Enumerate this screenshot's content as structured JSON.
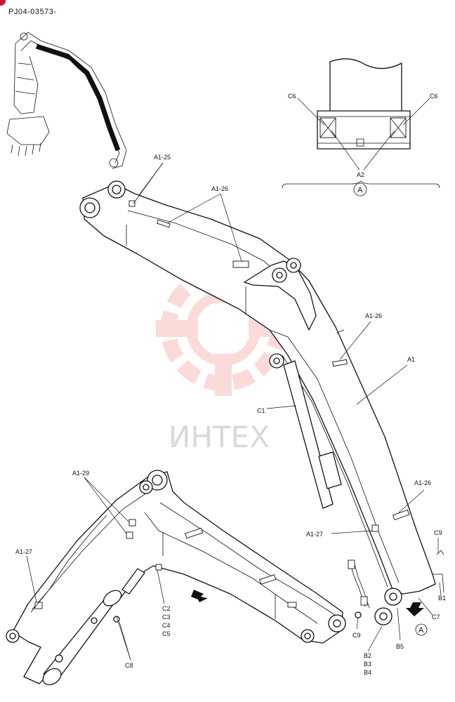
{
  "header": {
    "doc_id": "PJ04-03573-"
  },
  "watermark": {
    "text": "ИНТЕХ",
    "color": "#f15a5a"
  },
  "detail_view": {
    "labels": {
      "c6_left": "C6",
      "c6_right": "C6",
      "a2": "A2",
      "marker": "A"
    }
  },
  "callouts": {
    "a1_25": "A1-25",
    "a1_26_top": "A1-26",
    "a1_26_mid": "A1-26",
    "a1_26_low": "A1-26",
    "a1": "A1",
    "c1": "C1",
    "a1_27_right": "A1-27",
    "a1_29": "A1-29",
    "a1_27_left": "A1-27",
    "c2": "C2",
    "c3": "C3",
    "c4": "C4",
    "c5": "C5",
    "c8": "C8",
    "c9_right": "C9",
    "b1": "B1",
    "c7": "C7",
    "c9_bottom": "C9",
    "b5": "B5",
    "b2": "B2",
    "b3": "B3",
    "b4": "B4",
    "view_a": "A"
  }
}
